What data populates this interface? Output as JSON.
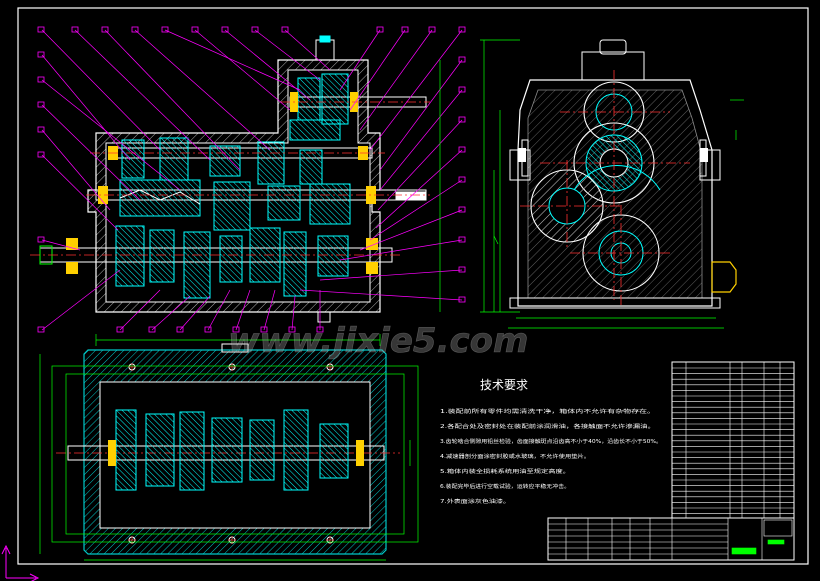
{
  "colors": {
    "background": "#000000",
    "frame": "#ffffff",
    "housing": "#ffffff",
    "hatch": "#00c8c8",
    "gear": "#00ffff",
    "shaft": "#ffffff",
    "centerline": "#ff3030",
    "leader": "#ff00ff",
    "dimension": "#00ff00",
    "bearing": "#ffd000",
    "text": "#ffffff",
    "watermark": "#9a9a9a"
  },
  "tech_requirements": {
    "title": "技术要求",
    "items": [
      "1.装配前所有零件均需清洗干净，箱体内不允许有杂物存在。",
      "2.各配合处及密封处在装配前涂润滑油，各接触面不允许渗漏油。",
      "3.齿轮啮合侧隙用铅丝检验，齿面接触斑点沿齿高不小于40%，沿齿长不小于50%。",
      "4.减速器剖分面涂密封胶或水玻璃，不允许使用垫片。",
      "5.箱体内装全损耗系统用油至规定高度。",
      "6.装配完毕后进行空载试验，运转应平稳无冲击。",
      "7.外表面涂灰色油漆。"
    ]
  },
  "watermark": "www.jixie5.com",
  "icons": {
    "ucs": "ucs-axis-icon"
  }
}
